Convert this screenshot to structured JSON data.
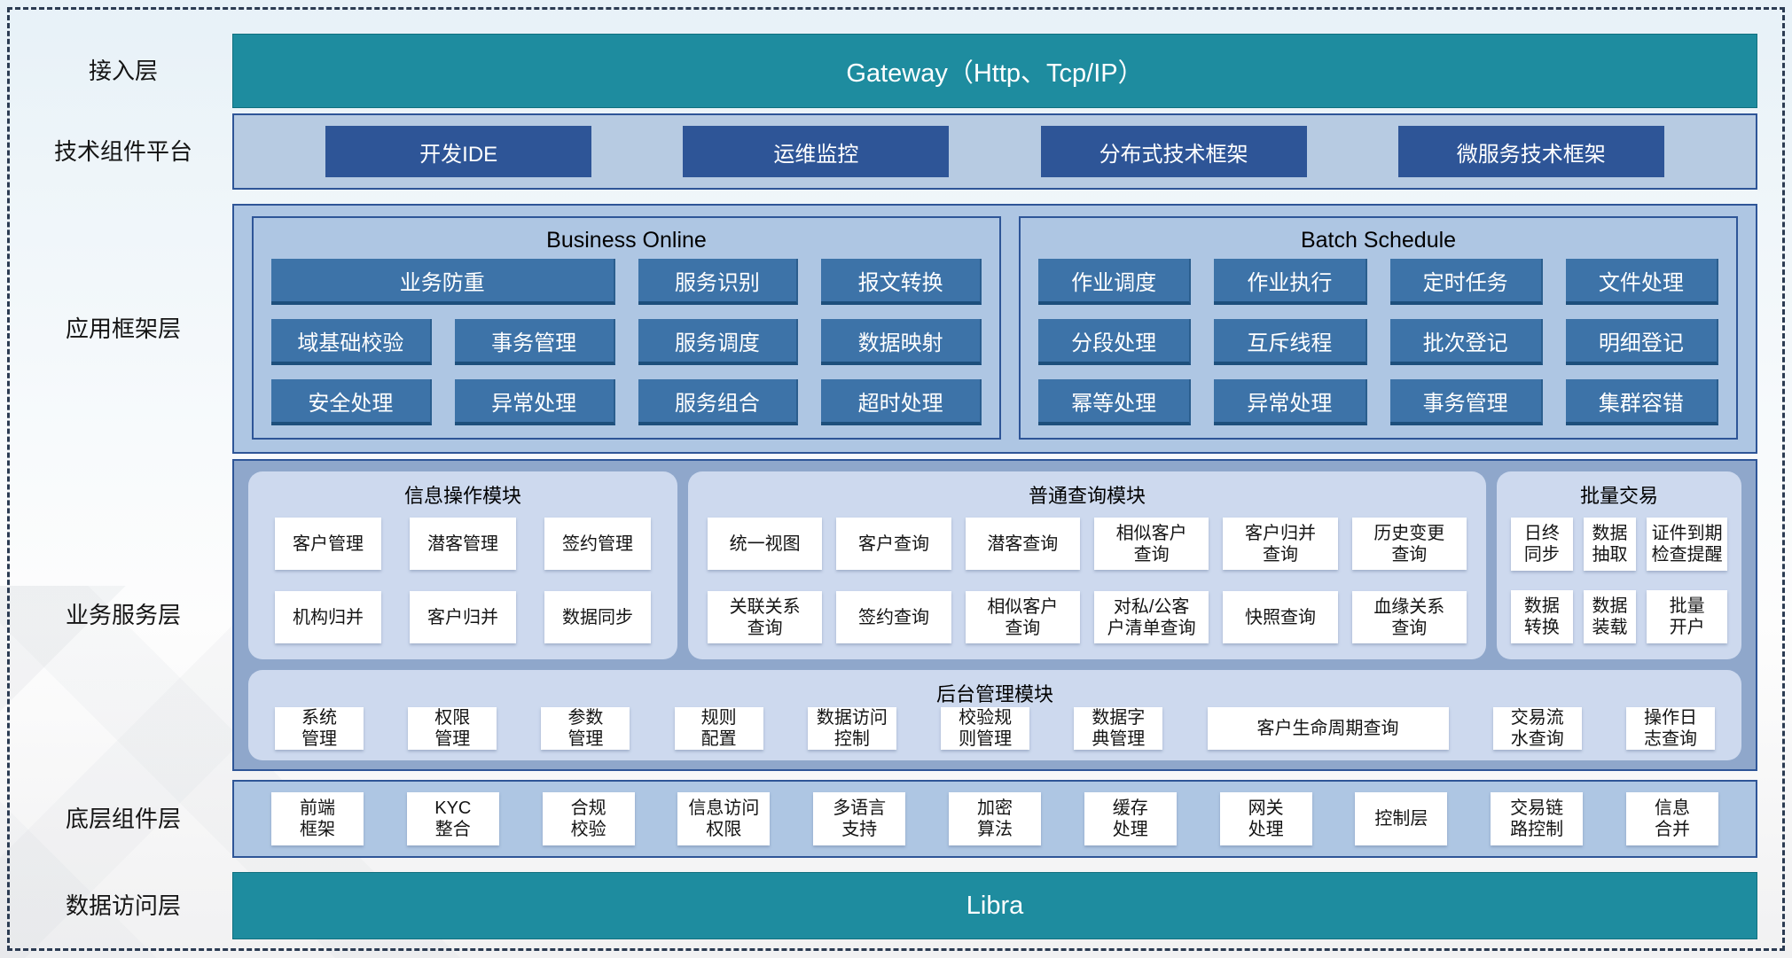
{
  "colors": {
    "teal": "#1e8c9f",
    "navy_button": "#2e5597",
    "steel_button": "#3d73a8",
    "panel_light_blue": "#aec6e3",
    "panel_medium_blue": "#8fa7cb",
    "subpanel_light": "#cdd9ee",
    "white_button": "#ffffff",
    "dashed_frame": "#2b3b52"
  },
  "layers": {
    "access": {
      "label": "接入层",
      "gateway": "Gateway（Http、Tcp/IP）"
    },
    "tech_platform": {
      "label": "技术组件平台",
      "buttons": [
        "开发IDE",
        "运维监控",
        "分布式技术框架",
        "微服务技术框架"
      ]
    },
    "app_framework": {
      "label": "应用框架层",
      "business_online": {
        "title": "Business Online",
        "buttons": [
          "业务防重",
          "服务识别",
          "报文转换",
          "域基础校验",
          "事务管理",
          "服务调度",
          "数据映射",
          "安全处理",
          "异常处理",
          "服务组合",
          "超时处理"
        ]
      },
      "batch_schedule": {
        "title": "Batch Schedule",
        "buttons": [
          "作业调度",
          "作业执行",
          "定时任务",
          "文件处理",
          "分段处理",
          "互斥线程",
          "批次登记",
          "明细登记",
          "幂等处理",
          "异常处理",
          "事务管理",
          "集群容错"
        ]
      }
    },
    "business_service": {
      "label": "业务服务层",
      "info_ops": {
        "title": "信息操作模块",
        "buttons": [
          "客户管理",
          "潜客管理",
          "签约管理",
          "机构归并",
          "客户归并",
          "数据同步"
        ]
      },
      "query": {
        "title": "普通查询模块",
        "buttons": [
          "统一视图",
          "客户查询",
          "潜客查询",
          "相似客户\n查询",
          "客户归并\n查询",
          "历史变更\n查询",
          "关联关系\n查询",
          "签约查询",
          "相似客户\n查询",
          "对私/公客\n户清单查询",
          "快照查询",
          "血缘关系\n查询"
        ]
      },
      "batch_trade": {
        "title": "批量交易",
        "buttons": [
          "日终\n同步",
          "数据\n抽取",
          "证件到期\n检查提醒",
          "数据\n转换",
          "数据\n装载",
          "批量\n开户"
        ]
      },
      "admin": {
        "title": "后台管理模块",
        "buttons": [
          "系统\n管理",
          "权限\n管理",
          "参数\n管理",
          "规则\n配置",
          "数据访问\n控制",
          "校验规\n则管理",
          "数据字\n典管理",
          "客户生命周期查询",
          "交易流\n水查询",
          "操作日\n志查询"
        ]
      }
    },
    "base_components": {
      "label": "底层组件层",
      "buttons": [
        "前端\n框架",
        "KYC\n整合",
        "合规\n校验",
        "信息访问\n权限",
        "多语言\n支持",
        "加密\n算法",
        "缓存\n处理",
        "网关\n处理",
        "控制层",
        "交易链\n路控制",
        "信息\n合并"
      ]
    },
    "data_access": {
      "label": "数据访问层",
      "libra": "Libra"
    }
  }
}
